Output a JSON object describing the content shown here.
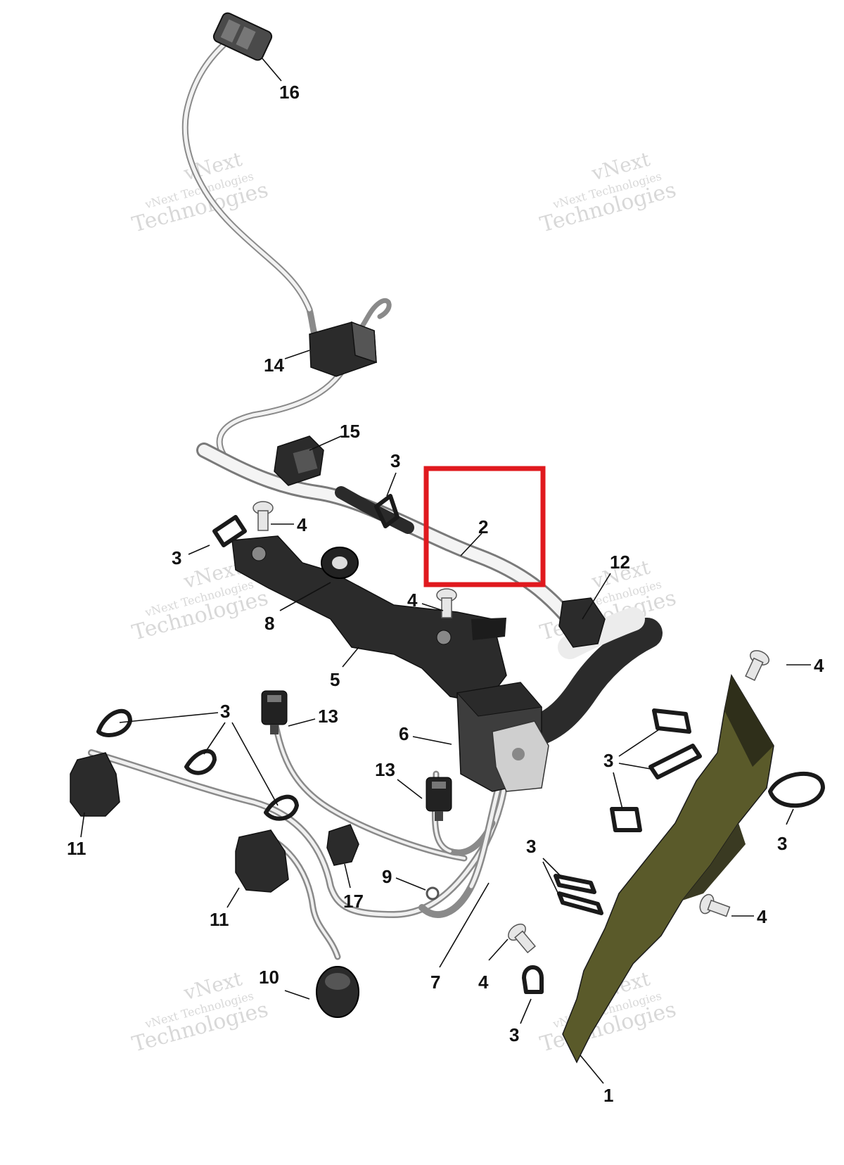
{
  "watermarks": [
    {
      "line1": "vNext",
      "line2": "vNext Technologies",
      "line3": "Technologies"
    },
    {
      "line1": "vNext",
      "line2": "vNext Technologies",
      "line3": "Technologies"
    },
    {
      "line1": "vNext",
      "line2": "vNext Technologies",
      "line3": "Technologies"
    },
    {
      "line1": "vNext",
      "line2": "vNext Technologies",
      "line3": "Technologies"
    },
    {
      "line1": "vNext",
      "line2": "vNext Technologies",
      "line3": "Technologies"
    },
    {
      "line1": "vNext",
      "line2": "vNext Technologies",
      "line3": "Technologies"
    }
  ],
  "callouts": [
    "16",
    "14",
    "15",
    "3",
    "4",
    "3",
    "2",
    "12",
    "8",
    "4",
    "5",
    "3",
    "13",
    "6",
    "13",
    "3",
    "3",
    "3",
    "11",
    "11",
    "17",
    "9",
    "7",
    "4",
    "4",
    "4",
    "10",
    "3",
    "1"
  ],
  "highlight": {
    "target": "2",
    "color": "#e0191e"
  }
}
